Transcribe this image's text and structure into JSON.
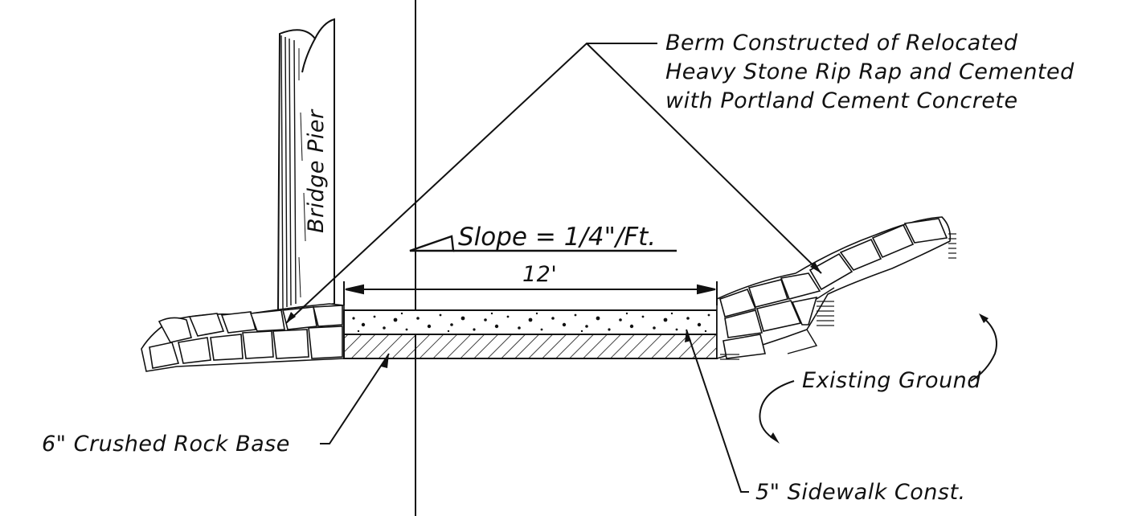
{
  "labels": {
    "berm": [
      "Berm Constructed of Relocated",
      "Heavy Stone Rip Rap and Cemented",
      "with Portland Cement Concrete"
    ],
    "bridge_pier": "Bridge Pier",
    "slope": "Slope = 1/4\"/Ft.",
    "width": "12'",
    "crushed_rock": "6\" Crushed Rock Base",
    "existing_ground": "Existing Ground",
    "sidewalk": "5\" Sidewalk Const."
  },
  "colors": {
    "ink": "#111111",
    "paper": "#ffffff"
  }
}
